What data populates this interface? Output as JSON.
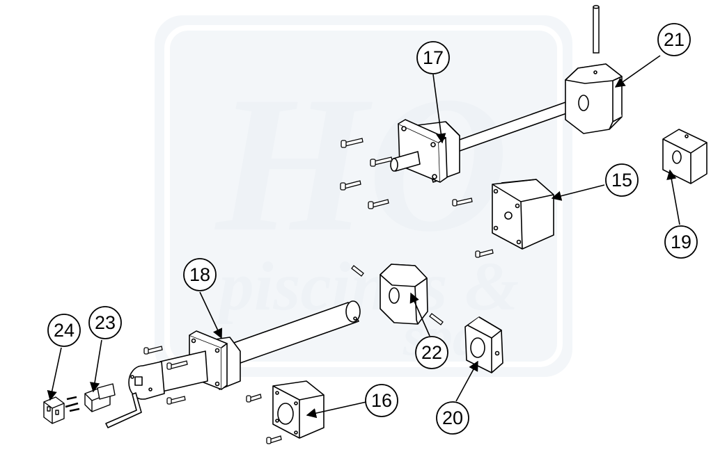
{
  "watermark": {
    "logo_text": "HO",
    "line1": "piscines &",
    "line2": "spas"
  },
  "colors": {
    "line": "#000000",
    "watermark": "#eef2f6",
    "background": "#ffffff"
  },
  "callouts": [
    {
      "id": "c15",
      "label": "15"
    },
    {
      "id": "c16",
      "label": "16"
    },
    {
      "id": "c17",
      "label": "17"
    },
    {
      "id": "c18",
      "label": "18"
    },
    {
      "id": "c19",
      "label": "19"
    },
    {
      "id": "c20",
      "label": "20"
    },
    {
      "id": "c21",
      "label": "21"
    },
    {
      "id": "c22",
      "label": "22"
    },
    {
      "id": "c23",
      "label": "23"
    },
    {
      "id": "c24",
      "label": "24"
    }
  ]
}
